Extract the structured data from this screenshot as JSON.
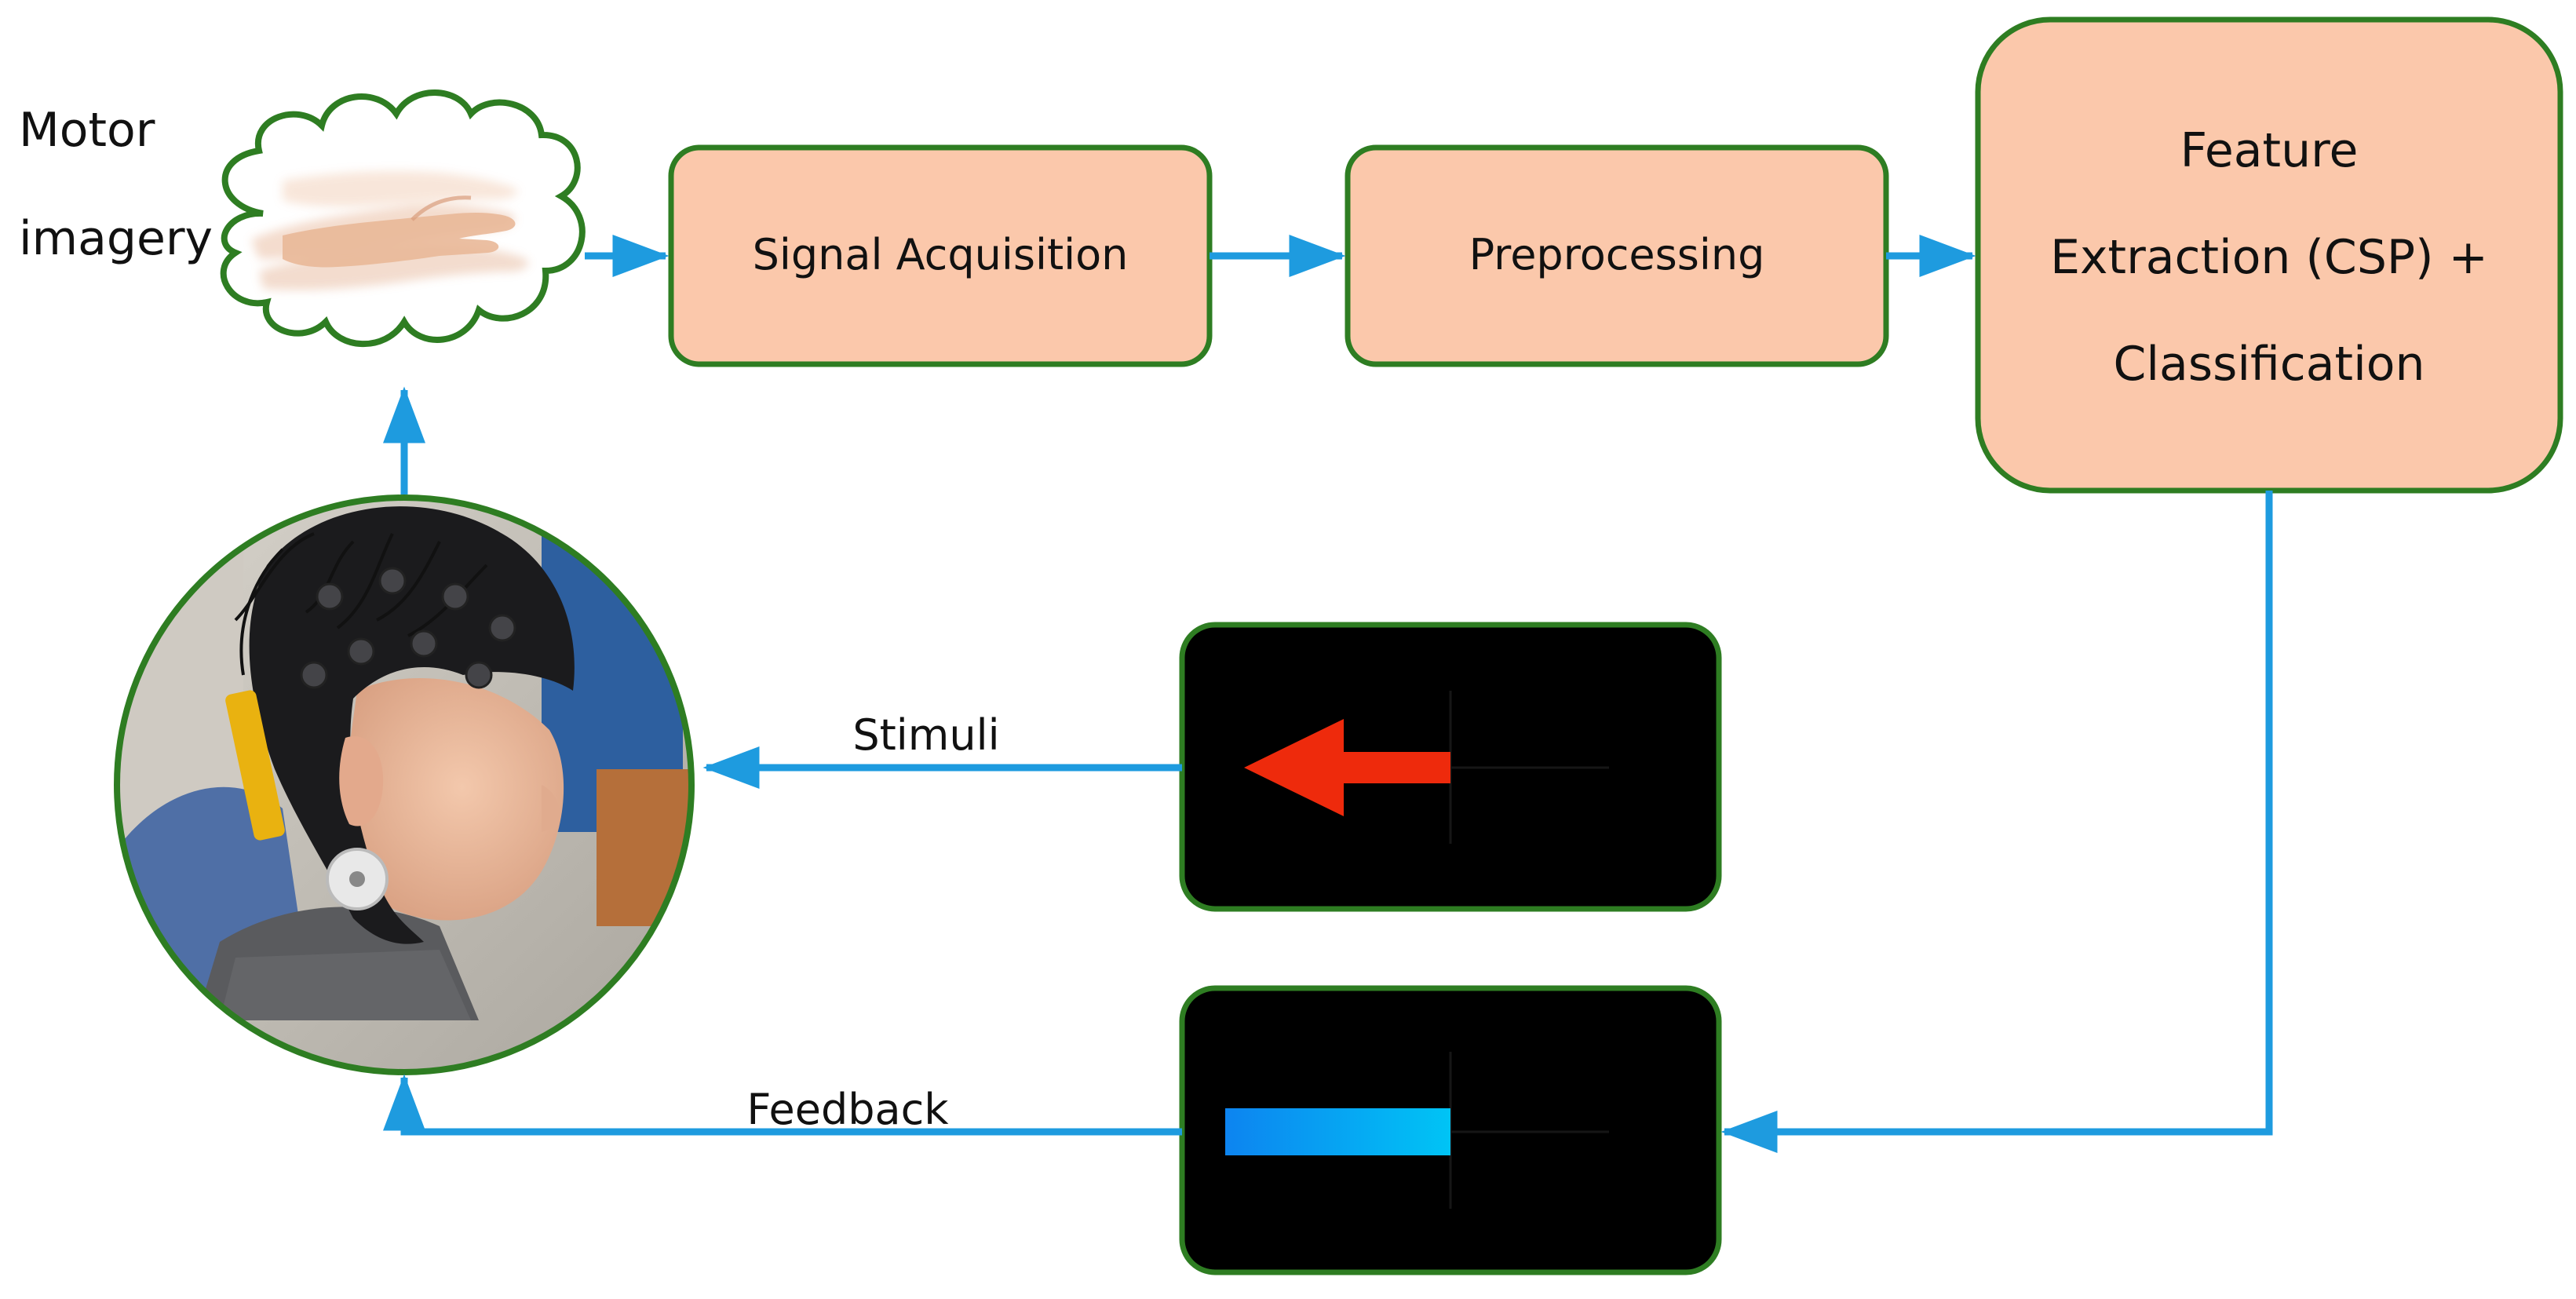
{
  "colors": {
    "box_fill": "#fbc8ab",
    "box_border": "#2e7d22",
    "arrow": "#1e9bdf",
    "screen_bg": "#000000",
    "stimulus_arrow": "#ee2a0c",
    "feedback_bar_start": "#0d84f0",
    "feedback_bar_end": "#00c4f5"
  },
  "motor_imagery": {
    "line1": "Motor",
    "line2": "imagery",
    "icon": "hand-motion-cloud-icon"
  },
  "steps": {
    "signal_acquisition": "Signal Acquisition",
    "preprocessing": "Preprocessing",
    "feature_line1": "Feature",
    "feature_line2": "Extraction (CSP) +",
    "feature_line3": "Classification"
  },
  "subject": {
    "icon": "eeg-cap-subject-photo"
  },
  "screens": {
    "stimulus": {
      "icon": "left-arrow-icon"
    },
    "feedback": {
      "icon": "feedback-bar-icon",
      "level": 0.5
    }
  },
  "arrow_labels": {
    "stimuli": "Stimuli",
    "feedback": "Feedback"
  }
}
